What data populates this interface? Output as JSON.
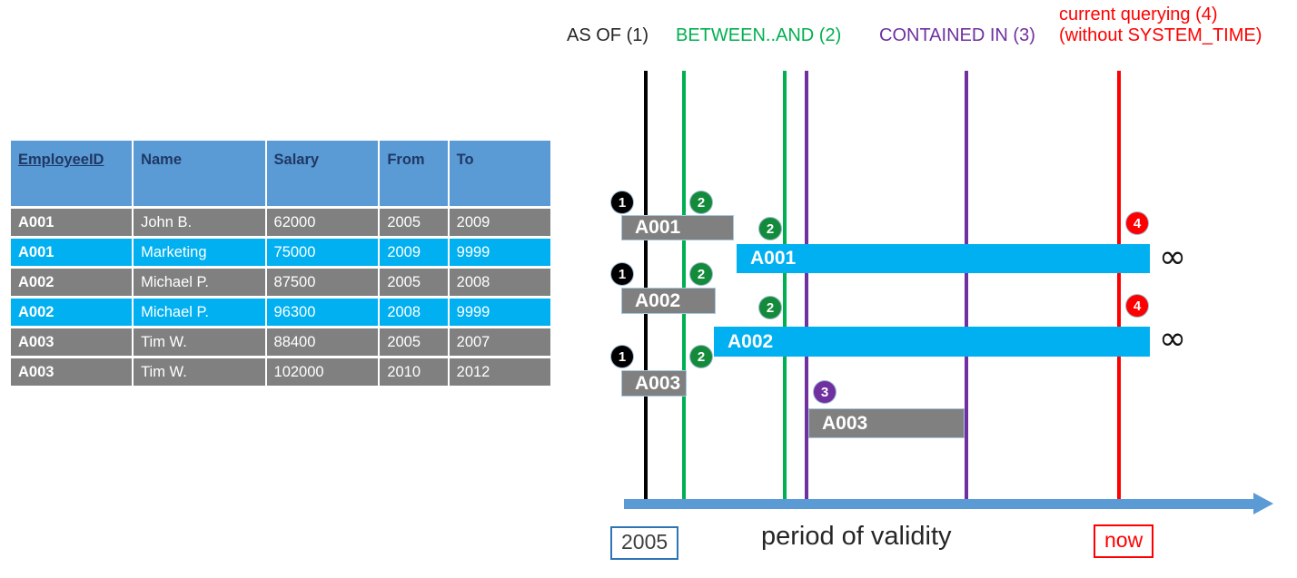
{
  "table": {
    "headers": [
      "EmployeeID",
      "Name",
      "Salary",
      "From",
      "To"
    ],
    "rows": [
      {
        "style": "gray",
        "id": "A001",
        "name": "John  B.",
        "salary": "62000",
        "from": "2005",
        "to": "2009"
      },
      {
        "style": "cyan",
        "id": "A001",
        "name": "Marketing",
        "salary": "75000",
        "from": "2009",
        "to": "9999"
      },
      {
        "style": "gray",
        "id": "A002",
        "name": "Michael P.",
        "salary": "87500",
        "from": "2005",
        "to": "2008"
      },
      {
        "style": "cyan",
        "id": "A002",
        "name": "Michael P.",
        "salary": "96300",
        "from": "2008",
        "to": "9999"
      },
      {
        "style": "gray",
        "id": "A003",
        "name": "Tim W.",
        "salary": "88400",
        "from": "2005",
        "to": "2007"
      },
      {
        "style": "gray",
        "id": "A003",
        "name": "Tim W.",
        "salary": "102000",
        "from": "2010",
        "to": "2012"
      }
    ]
  },
  "diagram": {
    "legend": {
      "as_of": "AS OF (1)",
      "between_and": "BETWEEN..AND (2)",
      "contained_in": "CONTAINED IN (3)",
      "current_querying_line1": "current querying (4)",
      "current_querying_line2": "(without SYSTEM_TIME)"
    },
    "colors": {
      "as_of": "#262626",
      "between_and": "#00B050",
      "contained_in": "#7030A0",
      "current_querying": "#FF0000",
      "axis": "#5B9BD5",
      "bar_gray": "#808080",
      "bar_cyan": "#00B0F0",
      "header_blue": "#5B9BD5",
      "header_text": "#1F3864"
    },
    "bars": [
      {
        "label": "A001",
        "style": "gray"
      },
      {
        "label": "A001",
        "style": "cyan"
      },
      {
        "label": "A002",
        "style": "gray"
      },
      {
        "label": "A002",
        "style": "cyan"
      },
      {
        "label": "A003",
        "style": "gray"
      },
      {
        "label": "A003",
        "style": "gray"
      }
    ],
    "badges": {
      "one": "1",
      "two": "2",
      "three": "3",
      "four": "4"
    },
    "infinity_symbol": "∞",
    "axis": {
      "start_label": "2005",
      "caption": "period of validity",
      "end_label": "now"
    }
  }
}
